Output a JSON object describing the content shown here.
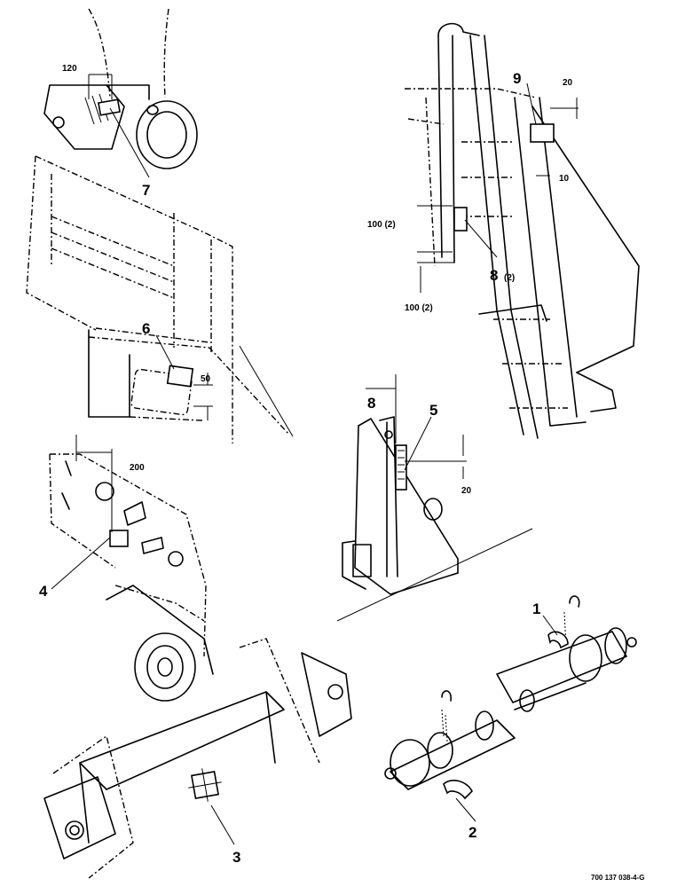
{
  "callouts": {
    "c1": "1",
    "c2": "2",
    "c3": "3",
    "c4": "4",
    "c5": "5",
    "c6": "6",
    "c7": "7",
    "c8_ladder": "8",
    "c8_ladder_qty": "(2)",
    "c8_post": "8",
    "c9": "9"
  },
  "dimensions": {
    "d120": "120",
    "d20_top": "20",
    "d10": "10",
    "d100a": "100 (2)",
    "d100b": "100 (2)",
    "d50": "50",
    "d200": "200",
    "d20_post": "20"
  },
  "drawing_ref": "700 137 038-4-G"
}
